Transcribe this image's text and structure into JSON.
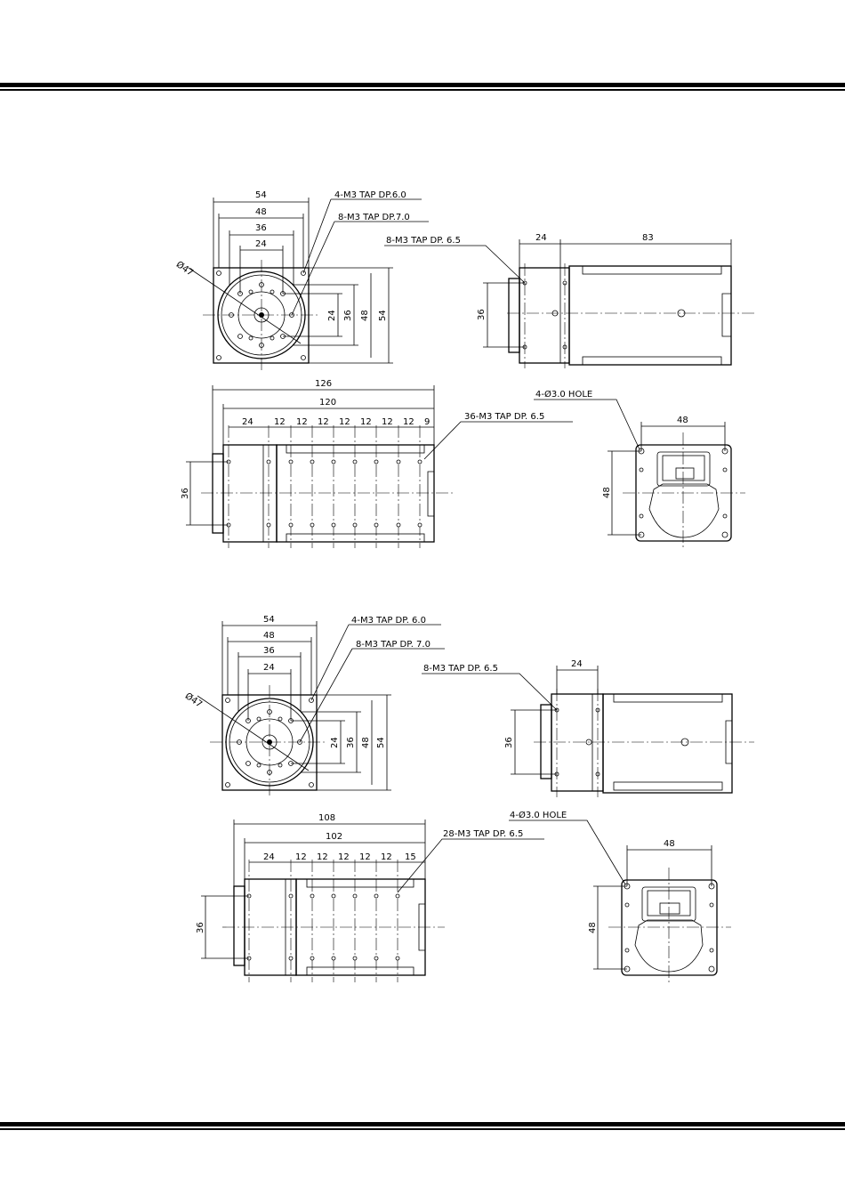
{
  "header": {
    "rule_color": "#000000"
  },
  "drawing1": {
    "front": {
      "dim_54": "54",
      "dim_48": "48",
      "dim_36": "36",
      "dim_24": "24",
      "dia_47": "Ø47",
      "v24": "24",
      "v36": "36",
      "v48": "48",
      "v54": "54",
      "note_a": "4-M3 TAP DP.6.0",
      "note_b": "8-M3 TAP DP.7.0"
    },
    "side": {
      "note": "8-M3 TAP DP. 6.5",
      "dim_24": "24",
      "dim_83": "83",
      "v36": "36"
    },
    "top": {
      "dim_126": "126",
      "dim_120": "120",
      "segments": [
        "24",
        "12",
        "12",
        "12",
        "12",
        "12",
        "12",
        "12",
        "9"
      ],
      "note": "36-M3 TAP DP. 6.5",
      "v36": "36"
    },
    "rear": {
      "note": "4-Ø3.0 HOLE",
      "dim_48": "48",
      "v48": "48"
    }
  },
  "drawing2": {
    "front": {
      "dim_54": "54",
      "dim_48": "48",
      "dim_36": "36",
      "dim_24": "24",
      "dia_47": "Ø47",
      "v24": "24",
      "v36": "36",
      "v48": "48",
      "v54": "54",
      "note_a": "4-M3 TAP DP. 6.0",
      "note_b": "8-M3 TAP DP. 7.0"
    },
    "side": {
      "note": "8-M3 TAP DP. 6.5",
      "dim_24": "24",
      "v36": "36"
    },
    "top": {
      "dim_108": "108",
      "dim_102": "102",
      "segments": [
        "24",
        "12",
        "12",
        "12",
        "12",
        "12",
        "15"
      ],
      "note": "28-M3 TAP DP. 6.5",
      "v36": "36"
    },
    "rear": {
      "note": "4-Ø3.0 HOLE",
      "dim_48": "48",
      "v48": "48"
    }
  }
}
